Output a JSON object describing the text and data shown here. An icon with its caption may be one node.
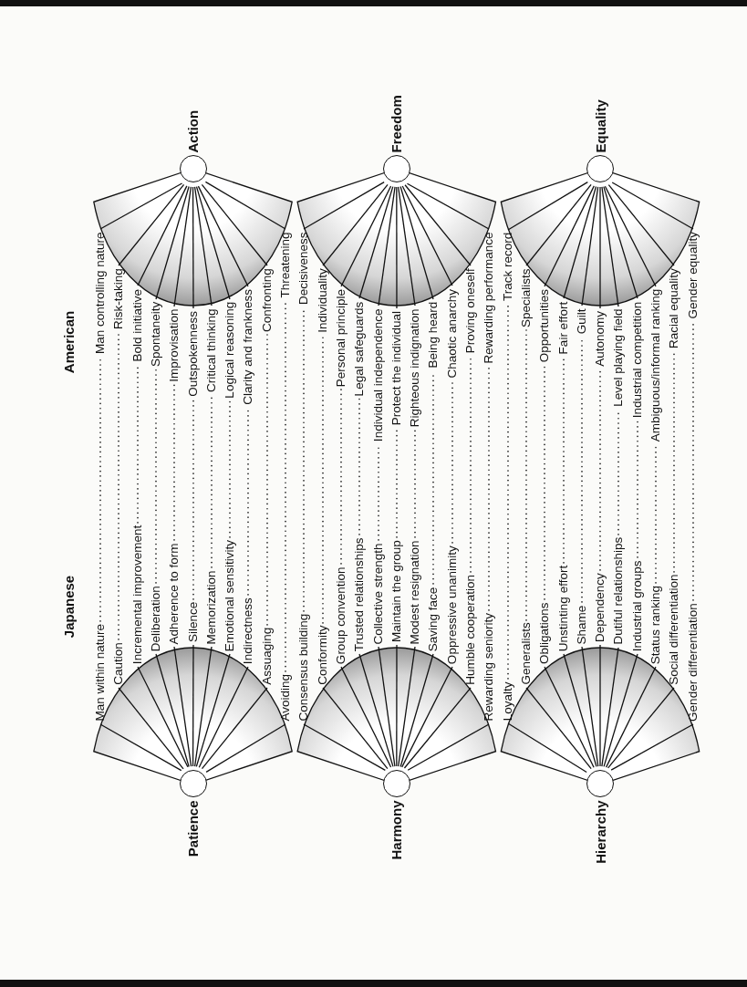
{
  "diagram": {
    "nodes": [
      {
        "text": [
          "Patience"
        ]
      },
      {
        "text": [
          "Action"
        ]
      },
      {
        "text": [
          "Harmony"
        ]
      },
      {
        "text": [
          "Freedom"
        ]
      },
      {
        "text": [
          "Hierarchy"
        ]
      },
      {
        "text": [
          "Equality"
        ]
      },
      {
        "text": [
          "Man within nature"
        ]
      },
      {
        "text": [
          "Caution"
        ]
      },
      {
        "text": [
          "Incremental improvement"
        ]
      },
      {
        "text": [
          "Deliberation"
        ]
      },
      {
        "text": [
          "Adherence to form"
        ]
      },
      {
        "text": [
          "Silence"
        ]
      },
      {
        "text": [
          "Memorization"
        ]
      },
      {
        "text": [
          "Emotional sensitivity"
        ]
      },
      {
        "text": [
          "Indirectness"
        ]
      },
      {
        "text": [
          "Assuaging"
        ]
      },
      {
        "text": [
          "Avoiding"
        ]
      },
      {
        "text": [
          "Consensus building"
        ]
      },
      {
        "text": [
          "Conformity"
        ]
      },
      {
        "text": [
          "Group convention"
        ]
      },
      {
        "text": [
          "Trusted relationships"
        ]
      },
      {
        "text": [
          "Collective strength"
        ]
      },
      {
        "text": [
          "Maintain the group"
        ]
      },
      {
        "text": [
          "Modest resignation"
        ]
      },
      {
        "text": [
          "Saving face"
        ]
      },
      {
        "text": [
          "Oppressive unanimity"
        ]
      },
      {
        "text": [
          "Humble cooperation"
        ]
      },
      {
        "text": [
          "Rewarding seniority"
        ]
      },
      {
        "text": [
          "Loyalty"
        ]
      },
      {
        "text": [
          "Generalists"
        ]
      },
      {
        "text": [
          "Obligations"
        ]
      },
      {
        "text": [
          "Unstinting effort"
        ]
      },
      {
        "text": [
          "Shame"
        ]
      },
      {
        "text": [
          "Dependency"
        ]
      },
      {
        "text": [
          "Dutiful relationships"
        ]
      },
      {
        "text": [
          "Industrial groups"
        ]
      },
      {
        "text": [
          "Status ranking"
        ]
      },
      {
        "text": [
          "Social differentiation"
        ]
      },
      {
        "text": [
          "Gender differentiation"
        ]
      },
      {
        "text": [
          "Man controlling nature"
        ]
      },
      {
        "text": [
          "Risk-taking"
        ]
      },
      {
        "text": [
          "Bold initiative"
        ]
      },
      {
        "text": [
          "Spontaneity"
        ]
      },
      {
        "text": [
          "Improvisation"
        ]
      },
      {
        "text": [
          "Outspokenness"
        ]
      },
      {
        "text": [
          "Critical thinking"
        ]
      },
      {
        "text": [
          "Logical reasoning"
        ]
      },
      {
        "text": [
          "Clarity and frankness"
        ]
      },
      {
        "text": [
          "Confronting"
        ]
      },
      {
        "text": [
          "Threatening"
        ]
      },
      {
        "text": [
          "Decisiveness"
        ]
      },
      {
        "text": [
          "Individuality"
        ]
      },
      {
        "text": [
          "Personal principle"
        ]
      },
      {
        "text": [
          "Legal safeguards"
        ]
      },
      {
        "text": [
          "Individual independence"
        ]
      },
      {
        "text": [
          "Protect the individual"
        ]
      },
      {
        "text": [
          "Righteous indignation"
        ]
      },
      {
        "text": [
          "Being heard"
        ]
      },
      {
        "text": [
          "Chaotic anarchy"
        ]
      },
      {
        "text": [
          "Proving oneself"
        ]
      },
      {
        "text": [
          "Rewarding performance"
        ]
      },
      {
        "text": [
          "Track record"
        ]
      },
      {
        "text": [
          "Specialists"
        ]
      },
      {
        "text": [
          "Opportunities"
        ]
      },
      {
        "text": [
          "Fair effort"
        ]
      },
      {
        "text": [
          "Guilt"
        ]
      },
      {
        "text": [
          "Autonomy"
        ]
      },
      {
        "text": [
          "Level playing field"
        ]
      },
      {
        "text": [
          "Industrial competition"
        ]
      },
      {
        "text": [
          "Ambiguous/informal ranking"
        ]
      },
      {
        "text": [
          "Racial equality"
        ]
      },
      {
        "text": [
          "Gender equality"
        ]
      }
    ],
    "edges": [
      {
        "from": 0,
        "to": 6,
        "arrow": "none"
      },
      {
        "from": 0,
        "to": 7,
        "arrow": "none"
      },
      {
        "from": 0,
        "to": 8,
        "arrow": "none"
      },
      {
        "from": 0,
        "to": 9,
        "arrow": "none"
      },
      {
        "from": 0,
        "to": 10,
        "arrow": "none"
      },
      {
        "from": 0,
        "to": 11,
        "arrow": "none"
      },
      {
        "from": 0,
        "to": 12,
        "arrow": "none"
      },
      {
        "from": 0,
        "to": 13,
        "arrow": "none"
      },
      {
        "from": 0,
        "to": 14,
        "arrow": "none"
      },
      {
        "from": 0,
        "to": 15,
        "arrow": "none"
      },
      {
        "from": 0,
        "to": 16,
        "arrow": "none"
      },
      {
        "from": 2,
        "to": 17,
        "arrow": "none"
      },
      {
        "from": 2,
        "to": 18,
        "arrow": "none"
      },
      {
        "from": 2,
        "to": 19,
        "arrow": "none"
      },
      {
        "from": 2,
        "to": 20,
        "arrow": "none"
      },
      {
        "from": 2,
        "to": 21,
        "arrow": "none"
      },
      {
        "from": 2,
        "to": 22,
        "arrow": "none"
      },
      {
        "from": 2,
        "to": 23,
        "arrow": "none"
      },
      {
        "from": 2,
        "to": 24,
        "arrow": "none"
      },
      {
        "from": 2,
        "to": 25,
        "arrow": "none"
      },
      {
        "from": 2,
        "to": 26,
        "arrow": "none"
      },
      {
        "from": 2,
        "to": 27,
        "arrow": "none"
      },
      {
        "from": 4,
        "to": 28,
        "arrow": "none"
      },
      {
        "from": 4,
        "to": 29,
        "arrow": "none"
      },
      {
        "from": 4,
        "to": 30,
        "arrow": "none"
      },
      {
        "from": 4,
        "to": 31,
        "arrow": "none"
      },
      {
        "from": 4,
        "to": 32,
        "arrow": "none"
      },
      {
        "from": 4,
        "to": 33,
        "arrow": "none"
      },
      {
        "from": 4,
        "to": 34,
        "arrow": "none"
      },
      {
        "from": 4,
        "to": 35,
        "arrow": "none"
      },
      {
        "from": 4,
        "to": 36,
        "arrow": "none"
      },
      {
        "from": 4,
        "to": 37,
        "arrow": "none"
      },
      {
        "from": 4,
        "to": 38,
        "arrow": "none"
      },
      {
        "from": 1,
        "to": 39,
        "arrow": "none"
      },
      {
        "from": 1,
        "to": 40,
        "arrow": "none"
      },
      {
        "from": 1,
        "to": 41,
        "arrow": "none"
      },
      {
        "from": 1,
        "to": 42,
        "arrow": "none"
      },
      {
        "from": 1,
        "to": 43,
        "arrow": "none"
      },
      {
        "from": 1,
        "to": 44,
        "arrow": "none"
      },
      {
        "from": 1,
        "to": 45,
        "arrow": "none"
      },
      {
        "from": 1,
        "to": 46,
        "arrow": "none"
      },
      {
        "from": 1,
        "to": 47,
        "arrow": "none"
      },
      {
        "from": 1,
        "to": 48,
        "arrow": "none"
      },
      {
        "from": 1,
        "to": 49,
        "arrow": "none"
      },
      {
        "from": 3,
        "to": 50,
        "arrow": "none"
      },
      {
        "from": 3,
        "to": 51,
        "arrow": "none"
      },
      {
        "from": 3,
        "to": 52,
        "arrow": "none"
      },
      {
        "from": 3,
        "to": 53,
        "arrow": "none"
      },
      {
        "from": 3,
        "to": 54,
        "arrow": "none"
      },
      {
        "from": 3,
        "to": 55,
        "arrow": "none"
      },
      {
        "from": 3,
        "to": 56,
        "arrow": "none"
      },
      {
        "from": 3,
        "to": 57,
        "arrow": "none"
      },
      {
        "from": 3,
        "to": 58,
        "arrow": "none"
      },
      {
        "from": 3,
        "to": 59,
        "arrow": "none"
      },
      {
        "from": 3,
        "to": 60,
        "arrow": "none"
      },
      {
        "from": 5,
        "to": 61,
        "arrow": "none"
      },
      {
        "from": 5,
        "to": 62,
        "arrow": "none"
      },
      {
        "from": 5,
        "to": 63,
        "arrow": "none"
      },
      {
        "from": 5,
        "to": 64,
        "arrow": "none"
      },
      {
        "from": 5,
        "to": 65,
        "arrow": "none"
      },
      {
        "from": 5,
        "to": 66,
        "arrow": "none"
      },
      {
        "from": 5,
        "to": 67,
        "arrow": "none"
      },
      {
        "from": 5,
        "to": 68,
        "arrow": "none"
      },
      {
        "from": 5,
        "to": 69,
        "arrow": "none"
      },
      {
        "from": 5,
        "to": 70,
        "arrow": "none"
      },
      {
        "from": 5,
        "to": 71,
        "arrow": "none"
      },
      {
        "from": 6,
        "to": 39,
        "arrow": "none",
        "style": "dashed"
      },
      {
        "from": 7,
        "to": 40,
        "arrow": "none",
        "style": "dashed"
      },
      {
        "from": 8,
        "to": 41,
        "arrow": "none",
        "style": "dashed"
      },
      {
        "from": 9,
        "to": 42,
        "arrow": "none",
        "style": "dashed"
      },
      {
        "from": 10,
        "to": 43,
        "arrow": "none",
        "style": "dashed"
      },
      {
        "from": 11,
        "to": 44,
        "arrow": "none",
        "style": "dashed"
      },
      {
        "from": 12,
        "to": 45,
        "arrow": "none",
        "style": "dashed"
      },
      {
        "from": 13,
        "to": 46,
        "arrow": "none",
        "style": "dashed"
      },
      {
        "from": 14,
        "to": 47,
        "arrow": "none",
        "style": "dashed"
      },
      {
        "from": 15,
        "to": 48,
        "arrow": "none",
        "style": "dashed"
      },
      {
        "from": 16,
        "to": 49,
        "arrow": "none",
        "style": "dashed"
      },
      {
        "from": 17,
        "to": 50,
        "arrow": "none",
        "style": "dashed"
      },
      {
        "from": 18,
        "to": 51,
        "arrow": "none",
        "style": "dashed"
      },
      {
        "from": 19,
        "to": 52,
        "arrow": "none",
        "style": "dashed"
      },
      {
        "from": 20,
        "to": 53,
        "arrow": "none",
        "style": "dashed"
      },
      {
        "from": 21,
        "to": 54,
        "arrow": "none",
        "style": "dashed"
      },
      {
        "from": 22,
        "to": 55,
        "arrow": "none",
        "style": "dashed"
      },
      {
        "from": 23,
        "to": 56,
        "arrow": "none",
        "style": "dashed"
      },
      {
        "from": 24,
        "to": 57,
        "arrow": "none",
        "style": "dashed"
      },
      {
        "from": 25,
        "to": 58,
        "arrow": "none",
        "style": "dashed"
      },
      {
        "from": 26,
        "to": 59,
        "arrow": "none",
        "style": "dashed"
      },
      {
        "from": 27,
        "to": 60,
        "arrow": "none",
        "style": "dashed"
      },
      {
        "from": 28,
        "to": 61,
        "arrow": "none",
        "style": "dashed"
      },
      {
        "from": 29,
        "to": 62,
        "arrow": "none",
        "style": "dashed"
      },
      {
        "from": 30,
        "to": 63,
        "arrow": "none",
        "style": "dashed"
      },
      {
        "from": 31,
        "to": 64,
        "arrow": "none",
        "style": "dashed"
      },
      {
        "from": 32,
        "to": 65,
        "arrow": "none",
        "style": "dashed"
      },
      {
        "from": 33,
        "to": 66,
        "arrow": "none",
        "style": "dashed"
      },
      {
        "from": 34,
        "to": 67,
        "arrow": "none",
        "style": "dashed"
      },
      {
        "from": 35,
        "to": 68,
        "arrow": "none",
        "style": "dashed"
      },
      {
        "from": 36,
        "to": 69,
        "arrow": "none",
        "style": "dashed"
      },
      {
        "from": 37,
        "to": 70,
        "arrow": "none",
        "style": "dashed"
      },
      {
        "from": 38,
        "to": 71,
        "arrow": "none",
        "style": "dashed"
      }
    ],
    "labels": [
      "Japanese",
      "American"
    ]
  }
}
